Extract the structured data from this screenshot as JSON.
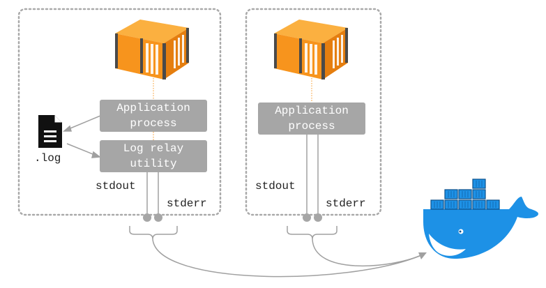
{
  "left_group": {
    "app_process": [
      "Application",
      "process"
    ],
    "log_relay": [
      "Log relay",
      "utility"
    ],
    "file_label": ".log",
    "stdout_label": "stdout",
    "stderr_label": "stderr"
  },
  "right_group": {
    "app_process": [
      "Application",
      "process"
    ],
    "stdout_label": "stdout",
    "stderr_label": "stderr"
  },
  "icons": [
    "shipping-container-icon",
    "document-file-icon",
    "docker-whale-icon"
  ],
  "colors": {
    "container_orange": "#f7941d",
    "container_dark": "#c66a10",
    "process_box": "#a6a6a6",
    "line": "#a0a0a0",
    "dashed_border": "#a9a9a9",
    "docker_blue": "#1d91e6",
    "docker_dark": "#0b4f8a"
  }
}
